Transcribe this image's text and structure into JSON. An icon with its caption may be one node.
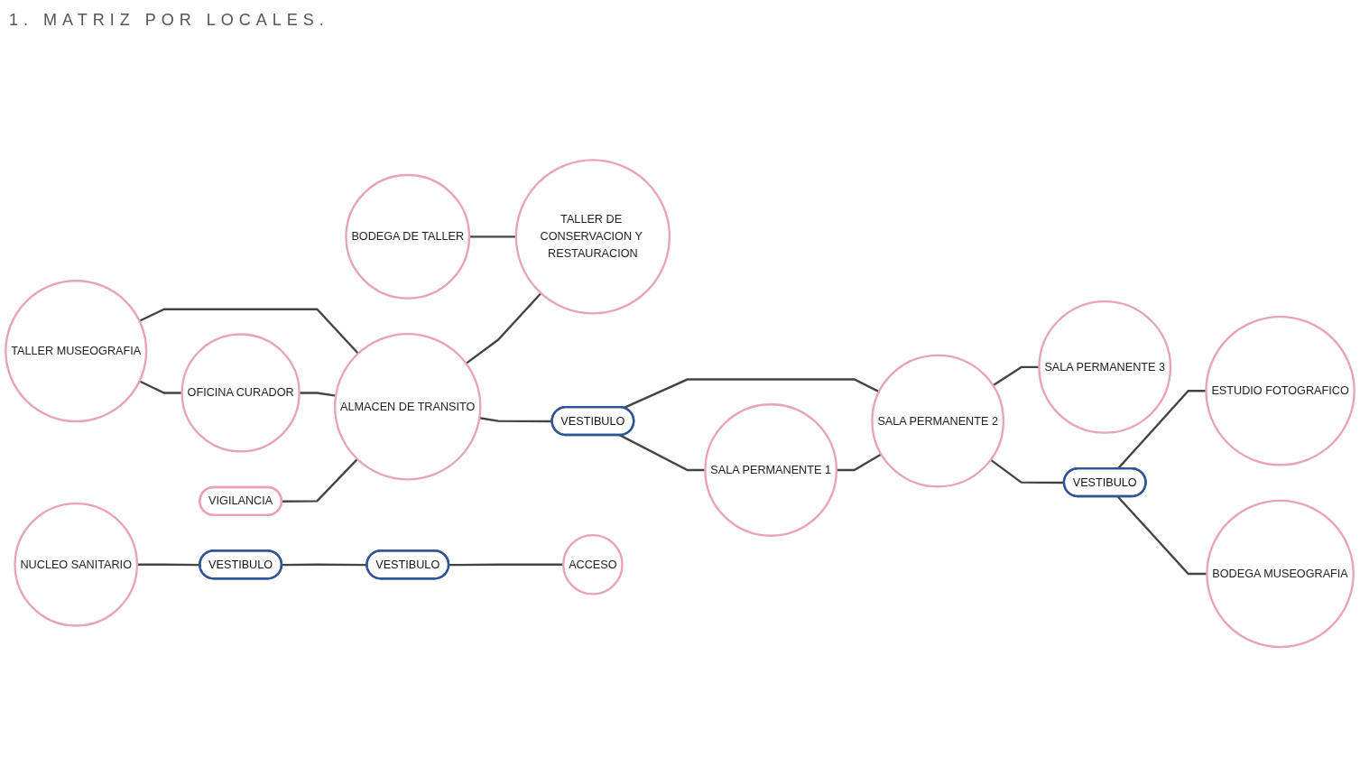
{
  "diagram": {
    "title": "1. MATRIZ POR LOCALES.",
    "nodes": [
      {
        "text": [
          "ESTUDIO FOTOGRAFICO"
        ]
      },
      {
        "text": [
          "BODEGA MUSEOGRAFIA"
        ]
      },
      {
        "text": [
          "SALA PERMANENTE 3"
        ]
      },
      {
        "text": [
          "VESTIBULO"
        ]
      },
      {
        "text": [
          "NUCLEO SANITARIO"
        ]
      },
      {
        "text": [
          "BODEGA DE TALLER"
        ]
      },
      {
        "text": [
          "SALA PERMANENTE 2"
        ]
      },
      {
        "text": [
          "VIGILANCIA"
        ]
      },
      {
        "text": [
          "VESTIBULO"
        ]
      },
      {
        "text": [
          "OFICINA CURADOR"
        ]
      },
      {
        "text": [
          "ALMACEN DE TRANSITO"
        ]
      },
      {
        "text": [
          "TALLER DE CONSERVACION Y RESTAURACION"
        ]
      },
      {
        "text": [
          "TALLER MUSEOGRAFIA"
        ]
      },
      {
        "text": [
          "VESTIBULO"
        ]
      },
      {
        "text": [
          "VESTIBULO"
        ]
      },
      {
        "text": [
          "SALA PERMANENTE 1"
        ]
      },
      {
        "text": [
          "ACCESO"
        ]
      }
    ],
    "edges": [
      {
        "from": 15,
        "to": 6,
        "arrow": "none"
      },
      {
        "from": 6,
        "to": 2,
        "arrow": "none"
      },
      {
        "from": 6,
        "to": 3,
        "arrow": "none"
      },
      {
        "from": 3,
        "to": 0,
        "arrow": "none"
      },
      {
        "from": 3,
        "to": 1,
        "arrow": "none"
      },
      {
        "from": 4,
        "to": 8,
        "arrow": "none"
      },
      {
        "from": 8,
        "to": 14,
        "arrow": "none"
      },
      {
        "from": 14,
        "to": 16,
        "arrow": "none"
      },
      {
        "from": 13,
        "to": 15,
        "arrow": "none"
      },
      {
        "from": 13,
        "to": 6,
        "arrow": "none"
      },
      {
        "from": 10,
        "to": 13,
        "arrow": "none"
      },
      {
        "from": 7,
        "to": 10,
        "arrow": "none"
      },
      {
        "from": 10,
        "to": 11,
        "arrow": "none"
      },
      {
        "from": 5,
        "to": 11,
        "arrow": "none"
      },
      {
        "from": 9,
        "to": 10,
        "arrow": "none"
      },
      {
        "from": 12,
        "to": 9,
        "arrow": "none"
      },
      {
        "from": 12,
        "to": 10,
        "arrow": "none"
      }
    ]
  }
}
